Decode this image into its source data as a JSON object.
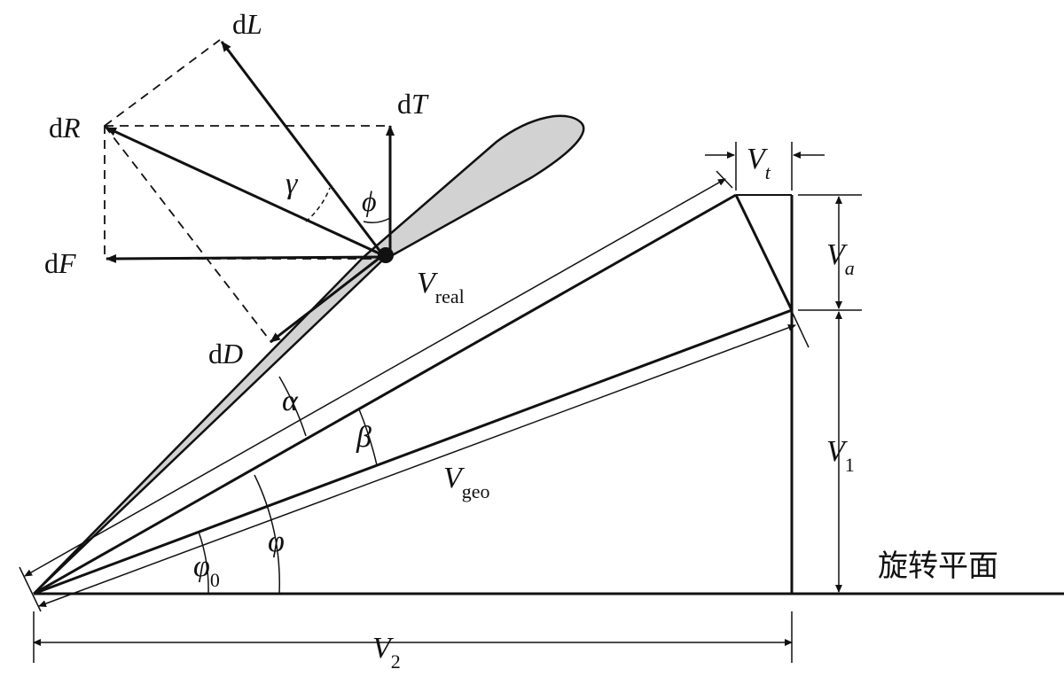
{
  "labels": {
    "dL_d": "d",
    "dL_v": "L",
    "dT_d": "d",
    "dT_v": "T",
    "dR_d": "d",
    "dR_v": "R",
    "dF_d": "d",
    "dF_v": "F",
    "dD_d": "d",
    "dD_v": "D",
    "gamma": "γ",
    "phi_big": "ϕ",
    "alpha": "α",
    "beta": "β",
    "phi": "φ",
    "phi0": "φ",
    "phi0_sub": "0",
    "V_real": "V",
    "V_real_sub": "real",
    "V_geo": "V",
    "V_geo_sub": "geo",
    "V_t": "V",
    "V_t_sub": "t",
    "V_a": "V",
    "V_a_sub": "a",
    "V_1": "V",
    "V_1_sub": "1",
    "V_2": "V",
    "V_2_sub": "2",
    "rotation_plane": "旋转平面"
  },
  "colors": {
    "stroke": "#111111",
    "blade_fill": "#d2d2d2"
  }
}
